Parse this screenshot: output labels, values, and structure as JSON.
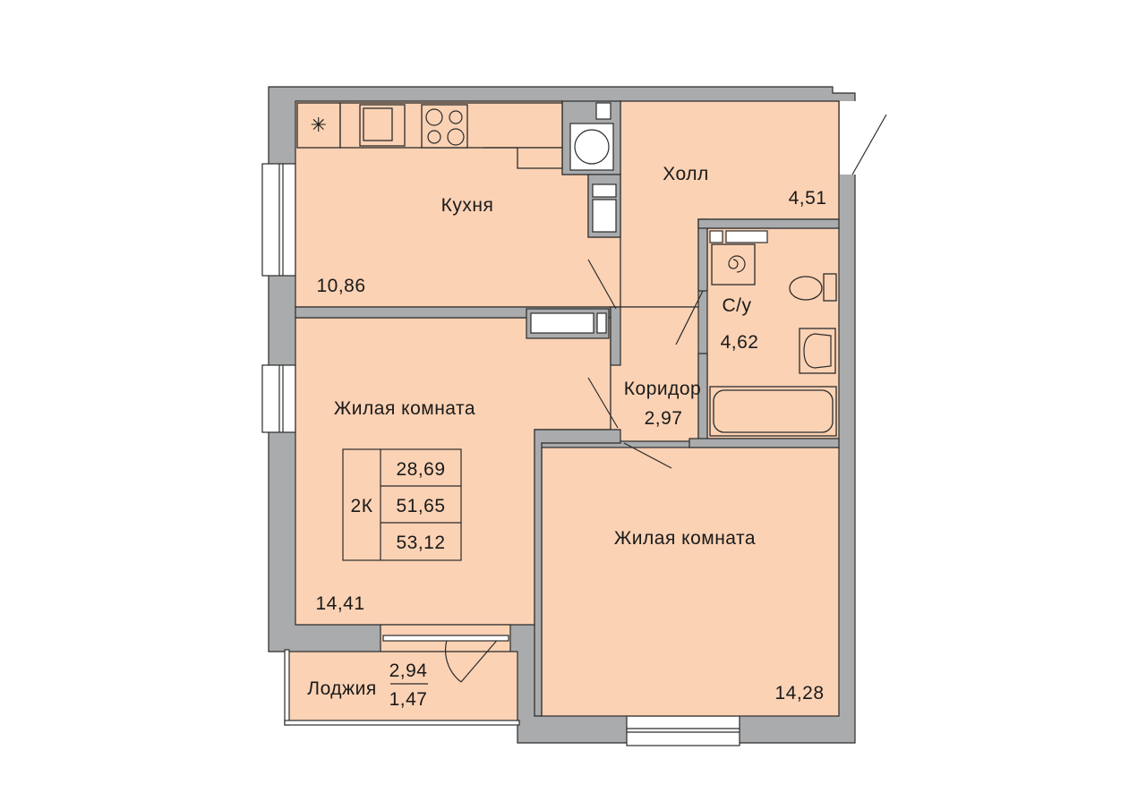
{
  "colors": {
    "floor": "#fbd2b4",
    "wall": "#a9abad",
    "outline": "#2b2b2b"
  },
  "rooms": {
    "kitchen": {
      "label": "Кухня",
      "area": "10,86"
    },
    "hall": {
      "label": "Холл",
      "area": "4,51"
    },
    "bathroom": {
      "label": "С/у",
      "area": "4,62"
    },
    "corridor": {
      "label": "Коридор",
      "area": "2,97"
    },
    "living_room_1": {
      "label": "Жилая комната",
      "area": "14,41"
    },
    "living_room_2": {
      "label": "Жилая комната",
      "area": "14,28"
    },
    "loggia": {
      "label": "Лоджия",
      "area": "2,94",
      "reduced_area": "1,47"
    }
  },
  "summary": {
    "type": "2К",
    "living_area": "28,69",
    "total_area": "51,65",
    "total_with_loggia": "53,12"
  }
}
